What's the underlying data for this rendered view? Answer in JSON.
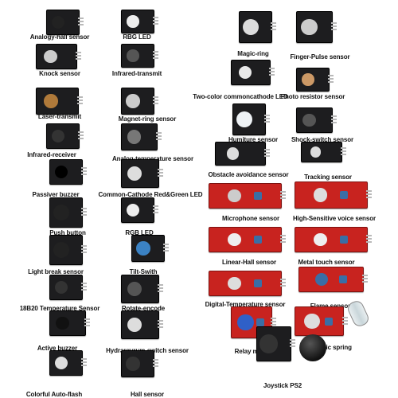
{
  "modules": [
    {
      "id": "analogy-hall-sensor",
      "label": "Analogy-hall sensor"
    },
    {
      "id": "rbg-led",
      "label": "RBG LED"
    },
    {
      "id": "magic-ring",
      "label": "Magic-ring"
    },
    {
      "id": "finger-pulse-sensor",
      "label": "Finger-Pulse sensor"
    },
    {
      "id": "knock-sensor",
      "label": "Knock sensor"
    },
    {
      "id": "infrared-transmit",
      "label": "Infrared-transmit"
    },
    {
      "id": "two-color-led",
      "label": "Two-color commoncathode LED"
    },
    {
      "id": "photo-resistor-sensor",
      "label": "Photo resistor sensor"
    },
    {
      "id": "laser-transmit",
      "label": "Laser-transmit"
    },
    {
      "id": "magnet-ring-sensor",
      "label": "Magnet-ring sensor"
    },
    {
      "id": "humiture-sensor",
      "label": "Humiture sensor"
    },
    {
      "id": "shock-switch-sensor",
      "label": "Shock-switch sensor"
    },
    {
      "id": "infrared-receiver",
      "label": "Infrared-receiver"
    },
    {
      "id": "analog-temperature-sensor",
      "label": "Analog-temperature sensor"
    },
    {
      "id": "obstacle-avoidance-sensor",
      "label": "Obstacle avoidance sensor"
    },
    {
      "id": "tracking-sensor",
      "label": "Tracking sensor"
    },
    {
      "id": "passiver-buzzer",
      "label": "Passiver buzzer"
    },
    {
      "id": "common-cathode-led",
      "label": "Common-Cathode Red&Green LED"
    },
    {
      "id": "microphone-sensor",
      "label": "Microphone sensor"
    },
    {
      "id": "high-sensitive-voice-sensor",
      "label": "High-Sensitive voice sensor"
    },
    {
      "id": "push-button",
      "label": "Push button"
    },
    {
      "id": "rgb-led",
      "label": "RGB LED"
    },
    {
      "id": "linear-hall-sensor",
      "label": "Linear-Hall sensor"
    },
    {
      "id": "metal-touch-sensor",
      "label": "Metal touch sensor"
    },
    {
      "id": "light-break-sensor",
      "label": "Light break sensor"
    },
    {
      "id": "tilt-switch",
      "label": "Tilt-Swith"
    },
    {
      "id": "temperature-sensor-18b20",
      "label": "18B20 Temperature Sensor"
    },
    {
      "id": "rotate-encode",
      "label": "Rotate-encode"
    },
    {
      "id": "digital-temperature-sensor",
      "label": "Digital-Temperature sensor"
    },
    {
      "id": "flame-sensor",
      "label": "Flame sensor"
    },
    {
      "id": "active-buzzer",
      "label": "Active buzzer"
    },
    {
      "id": "hydrargyrum-switch-sensor",
      "label": "Hydrargyrum-switch sensor"
    },
    {
      "id": "relay-module",
      "label": "Relay module"
    },
    {
      "id": "magnetic-spring",
      "label": "Magnetic spring"
    },
    {
      "id": "colorful-auto-flash",
      "label": "Colorful Auto-flash"
    },
    {
      "id": "hall-sensor",
      "label": "Hall sensor"
    },
    {
      "id": "joystick-ps2",
      "label": "Joystick PS2"
    }
  ],
  "colors": {
    "black_board": "#1d1d1f",
    "red_board": "#c8231f",
    "background": "#ffffff"
  }
}
